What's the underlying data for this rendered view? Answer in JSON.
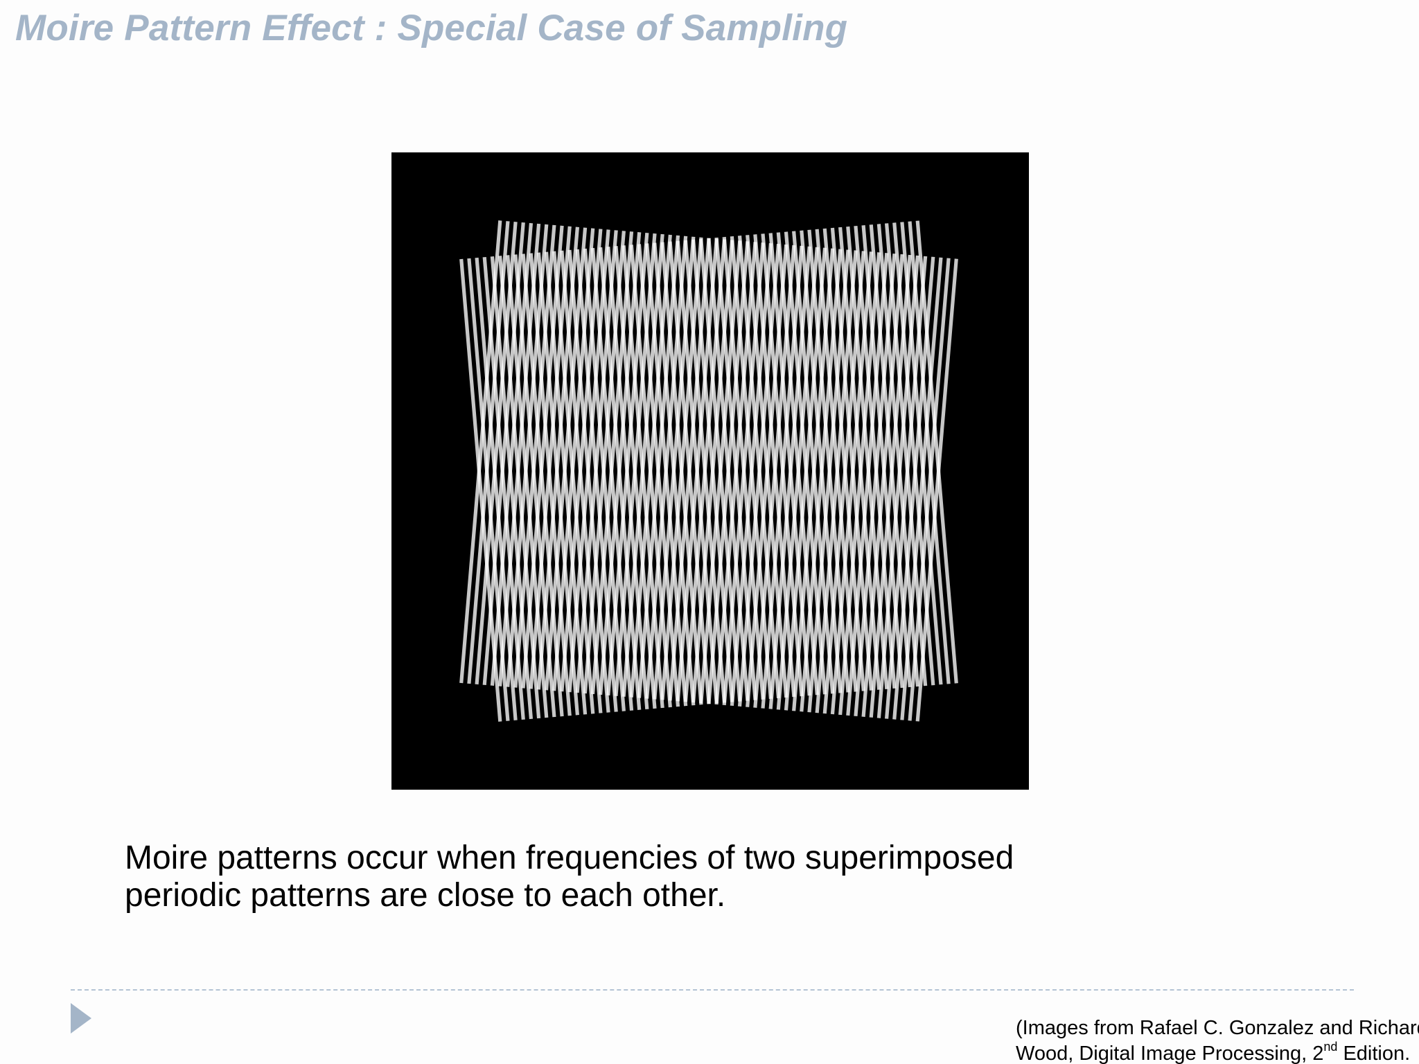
{
  "slide": {
    "title": "Moire Pattern Effect : Special Case of Sampling",
    "caption_line1": "Moire patterns occur when frequencies of  two superimposed",
    "caption_line2": "periodic patterns are close to each other.",
    "citation_line1": "(Images from Rafael C. Gonzalez and Richard",
    "citation_line2_pre": "Wood, Digital Image Processing, 2",
    "citation_sup": "nd",
    "citation_line2_post": " Edition.",
    "figure_icon": "moire-pattern-image"
  },
  "colors": {
    "title": "#a4b5c8",
    "divider": "#b3c3d4",
    "figure_background": "#000000",
    "stripe": "#ffffff"
  }
}
